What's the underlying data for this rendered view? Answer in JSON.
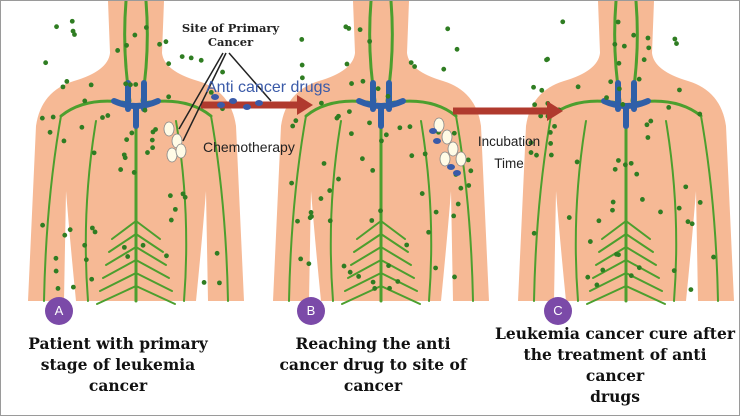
{
  "figure": {
    "panels": [
      {
        "badge": "A",
        "caption_lines": [
          "Patient with primary",
          "stage of leukemia",
          "cancer"
        ]
      },
      {
        "badge": "B",
        "caption_lines": [
          "Reaching the anti",
          "cancer drug to site of",
          "cancer"
        ]
      },
      {
        "badge": "C",
        "caption_lines": [
          "Leukemia cancer cure after",
          "the treatment of anti cancer",
          "drugs"
        ]
      }
    ],
    "labels": {
      "primary_site": [
        "Site of Primary",
        "Cancer"
      ],
      "anti_cancer_drugs": "Anti cancer drugs",
      "chemotherapy": "Chemotherapy",
      "incubation": [
        "Incubation",
        "Time"
      ]
    },
    "colors": {
      "skin": "#f6b995",
      "lymph": "#4c9f2e",
      "node": "#2f7d22",
      "vein": "#2f5fa8",
      "arrow": "#b03a2e",
      "badge": "#7b4aa8",
      "drug": "#3a5aa8",
      "cancer_cell": "#fffbe6"
    }
  }
}
